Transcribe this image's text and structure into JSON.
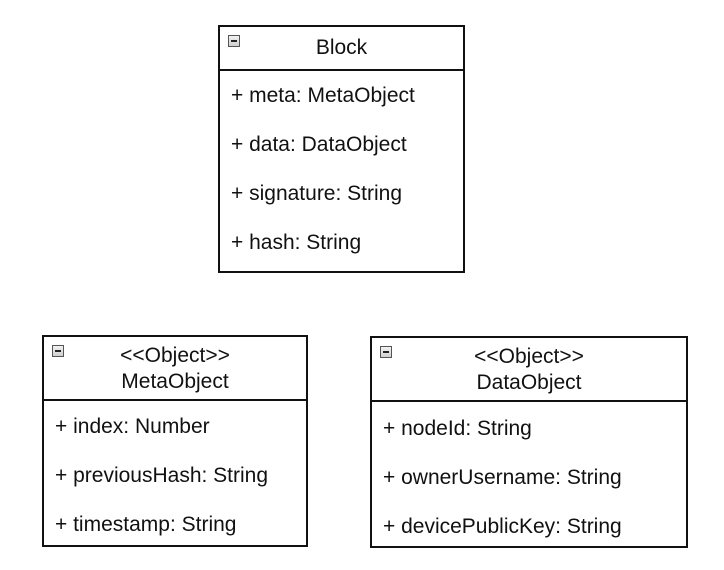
{
  "classes": {
    "block": {
      "name": "Block",
      "attributes": [
        "+ meta: MetaObject",
        "+ data: DataObject",
        "+ signature: String",
        "+ hash: String"
      ]
    },
    "meta_object": {
      "stereotype": "<<Object>>",
      "name": "MetaObject",
      "attributes": [
        "+ index: Number",
        "+ previousHash: String",
        "+ timestamp: String"
      ]
    },
    "data_object": {
      "stereotype": "<<Object>>",
      "name": "DataObject",
      "attributes": [
        "+ nodeId: String",
        "+ ownerUsername: String",
        "+ devicePublicKey: String"
      ]
    }
  },
  "icons": {
    "collapse": "collapse-minus-icon"
  },
  "colors": {
    "border": "#111111",
    "background": "#ffffff",
    "text": "#111111"
  }
}
